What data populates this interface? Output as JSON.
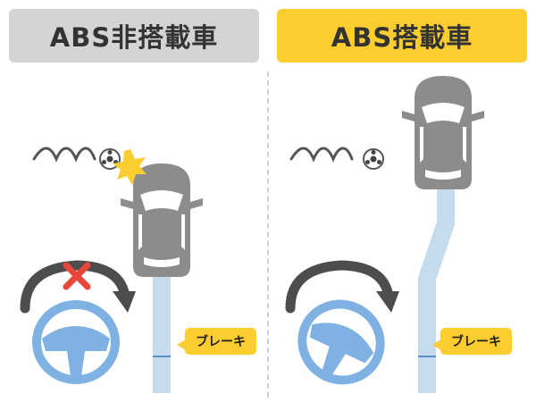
{
  "panels": {
    "left": {
      "title": "ABS非搭載車",
      "brake_label": "ブレーキ"
    },
    "right": {
      "title": "ABS搭載車",
      "brake_label": "ブレーキ"
    }
  },
  "colors": {
    "header_left": "#d4d4d4",
    "header_right": "#fccd2e",
    "car": "#8c8c8c",
    "trail": "#c5dcef",
    "steering_wheel": "#7fb2e3",
    "arrow": "#4d4d4d",
    "cross": "#e8463a",
    "impact": "#fccd2e"
  },
  "icons": [
    "car-top-view-icon",
    "ball-icon",
    "impact-star-icon",
    "steering-wheel-icon",
    "curved-arrow-icon",
    "cross-mark-icon"
  ]
}
